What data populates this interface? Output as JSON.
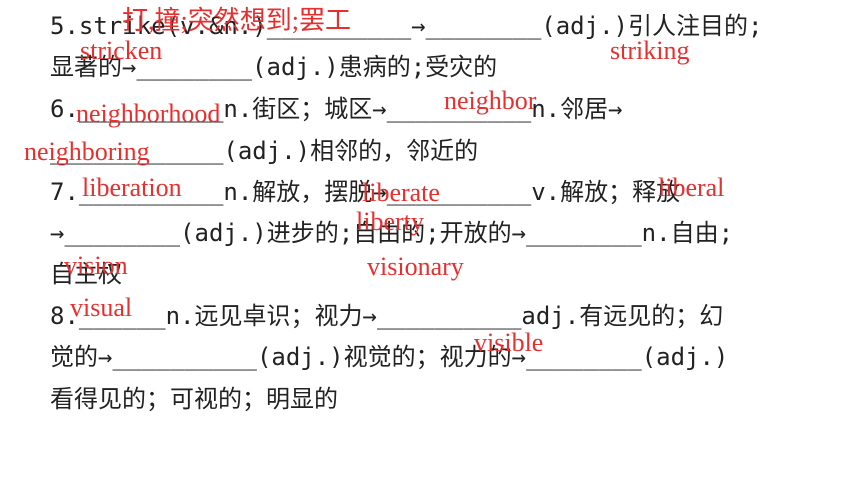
{
  "lines": [
    "5.strike(v.&n.)__________→________(adj.)引人注目的;",
    "显著的→________(adj.)患病的;受灾的",
    "6.__________n.街区；城区→__________n.邻居→",
    "____________(adj.)相邻的，邻近的",
    "7.__________n.解放，摆脱→__________v.解放；释放",
    "→________(adj.)进步的;自由的;开放的→________n.自由;",
    "自主权",
    "8.______n.远见卓识；视力→__________adj.有远见的；幻",
    "觉的→__________(adj.)视觉的；视力的→________(adj.)",
    "看得见的；可视的；明显的"
  ],
  "answers": {
    "strike_meaning": "打,撞;突然想到;罢工",
    "stricken": "stricken",
    "striking": "striking",
    "neighborhood": "neighborhood",
    "neighbor": "neighbor",
    "neighboring": "neighboring",
    "liberation": "liberation",
    "liberate": "liberate",
    "liberal": "liberal",
    "liberty": "liberty",
    "vision": "vision",
    "visionary": "visionary",
    "visual": "visual",
    "visible": "visible"
  },
  "colors": {
    "text": "#222222",
    "answer": "#e53030"
  }
}
